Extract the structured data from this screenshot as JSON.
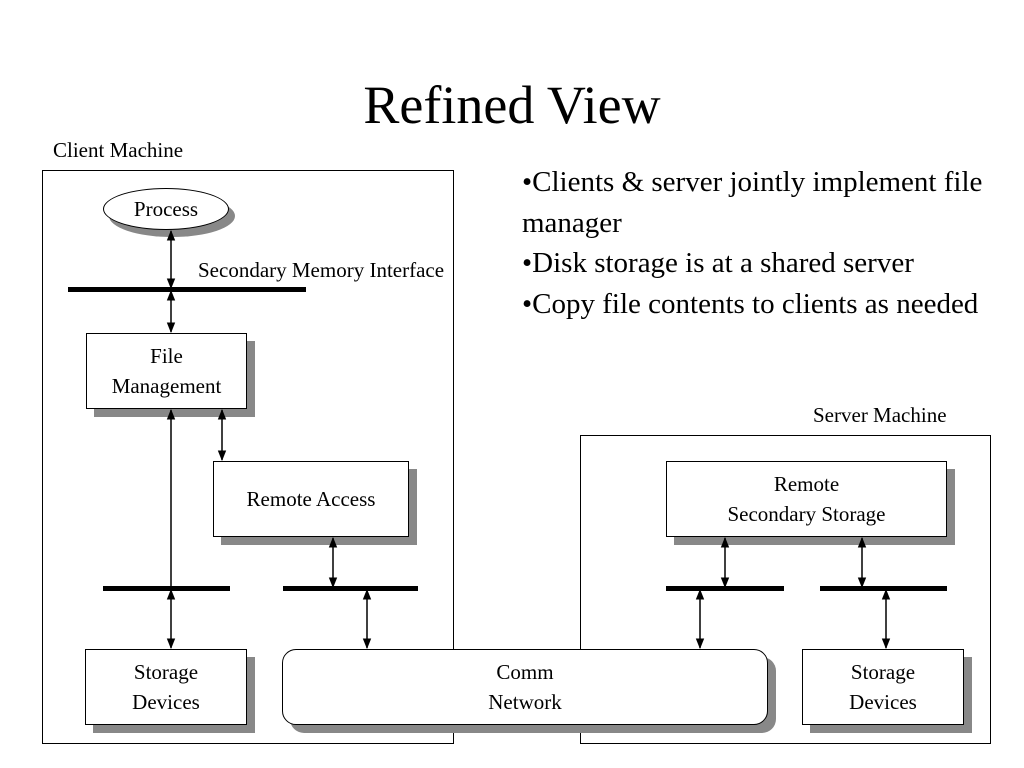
{
  "title": "Refined View",
  "client": {
    "label": "Client Machine",
    "process": "Process",
    "interface_label": "Secondary Memory Interface",
    "file_management": [
      "File",
      "Management"
    ],
    "remote_access": "Remote Access",
    "storage": [
      "Storage",
      "Devices"
    ]
  },
  "server": {
    "label": "Server Machine",
    "remote_storage": [
      "Remote",
      "Secondary Storage"
    ],
    "storage": [
      "Storage",
      "Devices"
    ]
  },
  "network": [
    "Comm",
    "Network"
  ],
  "bullets": [
    "•Clients & server jointly implement file manager",
    "•Disk storage is at a shared server",
    "•Copy file contents to clients as needed"
  ]
}
